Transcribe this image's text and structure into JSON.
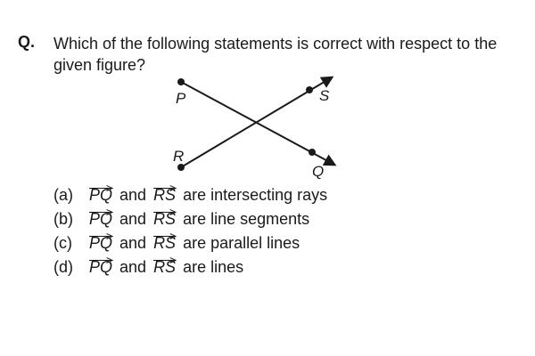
{
  "question": {
    "label": "Q.",
    "text": "Which of the following statements is correct with respect to the given figure?"
  },
  "figure": {
    "points": {
      "P": "P",
      "Q": "Q",
      "R": "R",
      "S": "S"
    }
  },
  "options": [
    {
      "letter": "(a)",
      "first": "PQ",
      "and": "and",
      "second": "RS",
      "rest": "are intersecting rays"
    },
    {
      "letter": "(b)",
      "first": "PQ",
      "and": "and",
      "second": "RS",
      "rest": "are line segments"
    },
    {
      "letter": "(c)",
      "first": "PQ",
      "and": "and",
      "second": "RS",
      "rest": "are parallel lines"
    },
    {
      "letter": "(d)",
      "first": "PQ",
      "and": "and",
      "second": "RS",
      "rest": "are lines"
    }
  ]
}
